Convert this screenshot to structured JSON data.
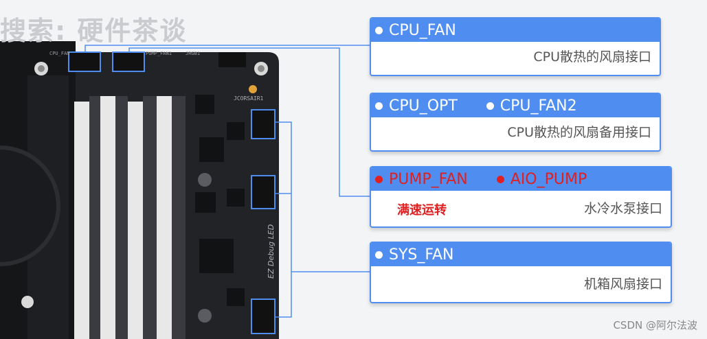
{
  "watermark": "搜索: 硬件茶谈",
  "board_labels": {
    "cpu_fan": "CPU_FAN",
    "pump_fan1": "PUMP_FAN1",
    "jrgb1": "JRGB1",
    "jcorsair1": "JCORSAIR1",
    "ez_debug": "EZ Debug LED"
  },
  "cards": [
    {
      "headers": [
        "CPU_FAN"
      ],
      "description": "CPU散热的风扇接口",
      "note": ""
    },
    {
      "headers": [
        "CPU_OPT",
        "CPU_FAN2"
      ],
      "description": "CPU散热的风扇备用接口",
      "note": ""
    },
    {
      "headers": [
        "PUMP_FAN",
        "AIO_PUMP"
      ],
      "description": "水冷水泵接口",
      "note": "满速运转"
    },
    {
      "headers": [
        "SYS_FAN"
      ],
      "description": "机箱风扇接口",
      "note": ""
    }
  ],
  "colors": {
    "accent": "#4f8ef0",
    "highlight": "#e02020"
  },
  "credit": "CSDN @阿尔法波"
}
